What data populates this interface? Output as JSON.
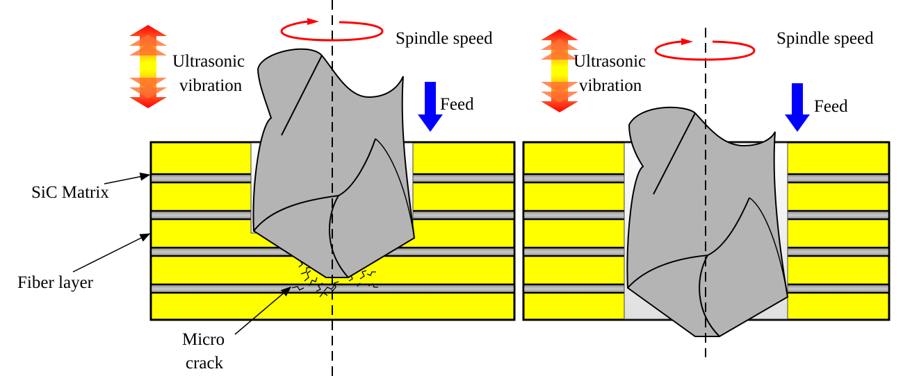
{
  "panels": [
    {
      "id": "left",
      "labels": {
        "vibration_line1": "Ultrasonic",
        "vibration_line2": "vibration",
        "spindle": "Spindle speed",
        "feed": "Feed"
      },
      "annotations": {
        "sic_matrix": "SiC Matrix",
        "fiber_layer": "Fiber layer",
        "micro_crack_line1": "Micro",
        "micro_crack_line2": "crack"
      }
    },
    {
      "id": "right",
      "labels": {
        "vibration_line1": "Ultrasonic",
        "vibration_line2": "vibration",
        "spindle": "Spindle speed",
        "feed": "Feed"
      }
    }
  ],
  "colors": {
    "fiber": "#ffff00",
    "matrix": "#a0a0a0",
    "drill": "#b4b4b4",
    "rotation": "#ff0000",
    "feed": "#0000ff"
  }
}
